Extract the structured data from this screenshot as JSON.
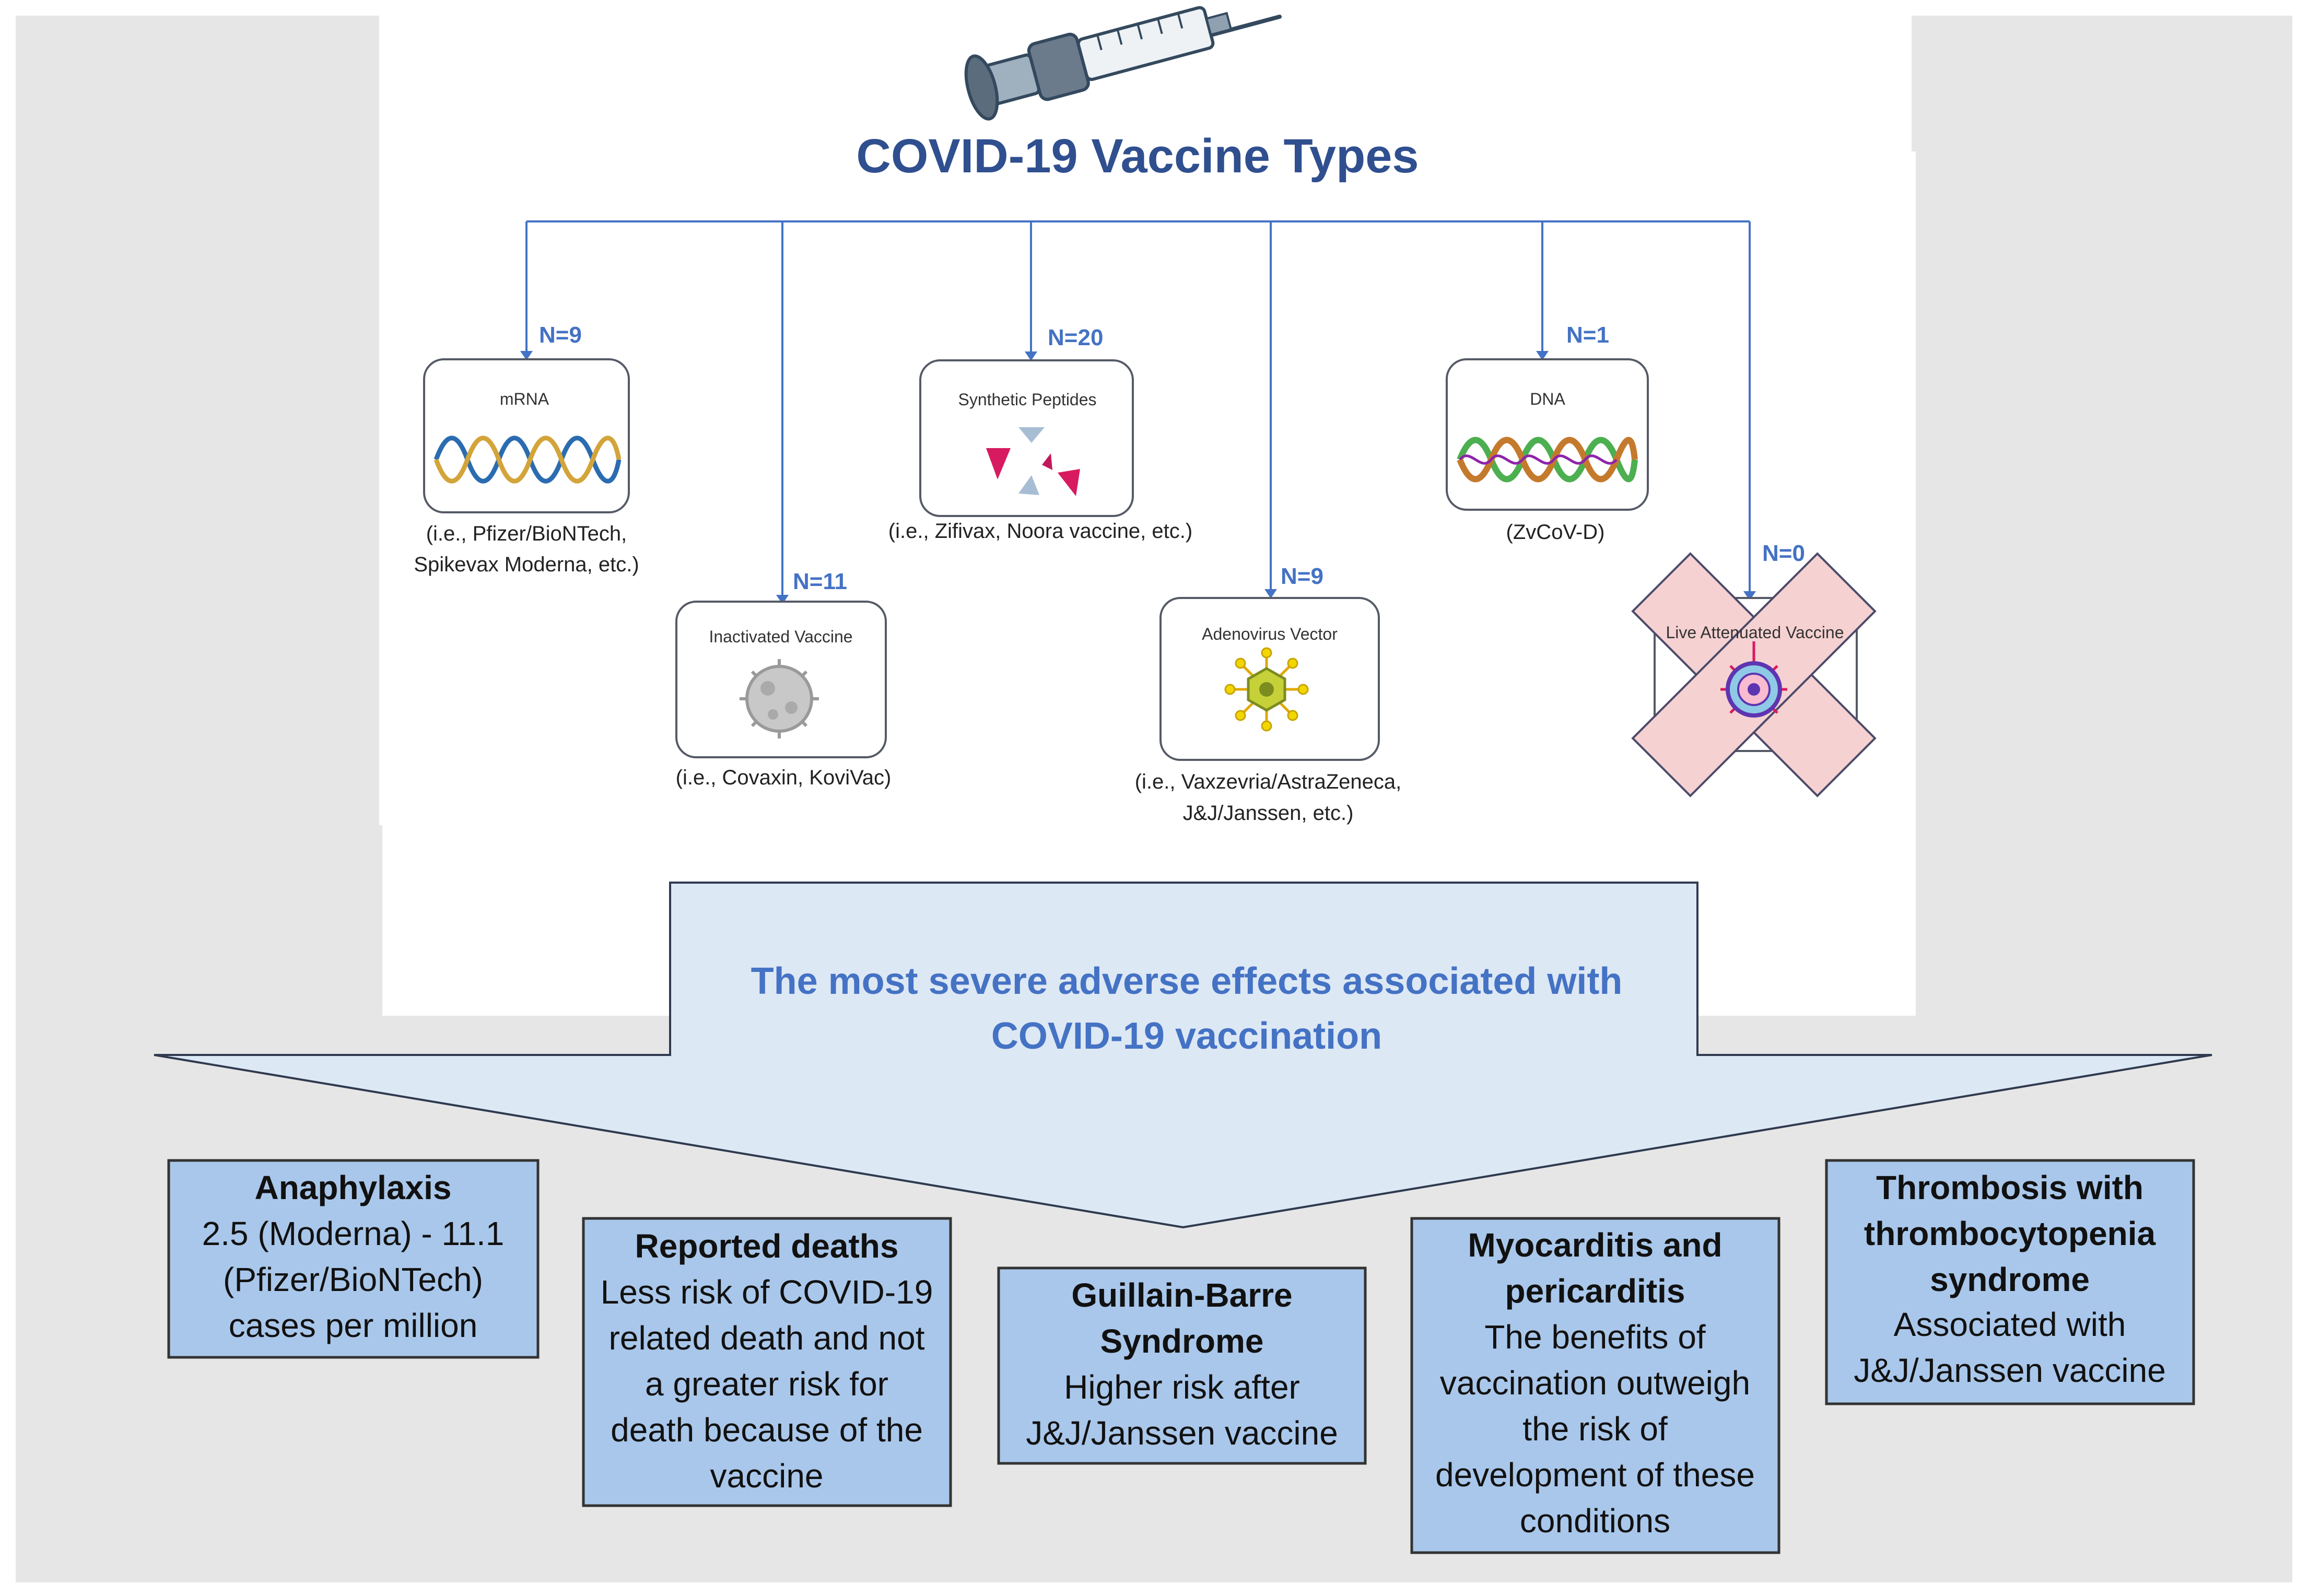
{
  "title": "COVID-19 Vaccine Types",
  "banner": [
    "The most severe adverse effects associated with",
    "COVID-19 vaccination"
  ],
  "vaccine_types": [
    {
      "name": "mRNA",
      "count": "N=9",
      "examples": [
        "(i.e., Pfizer/BioNTech,",
        "Spikevax Moderna, etc.)"
      ],
      "icon": "rna-helix-icon"
    },
    {
      "name": "Inactivated Vaccine",
      "count": "N=11",
      "examples": [
        "(i.e., Covaxin, KoviVac)"
      ],
      "icon": "inactivated-virus-icon"
    },
    {
      "name": "Synthetic Peptides",
      "count": "N=20",
      "examples": [
        "(i.e., Zifivax, Noora vaccine, etc.)"
      ],
      "icon": "peptide-fragments-icon"
    },
    {
      "name": "Adenovirus Vector",
      "count": "N=9",
      "examples": [
        "(i.e., Vaxzevria/AstraZeneca,",
        "J&J/Janssen, etc.)"
      ],
      "icon": "adenovirus-icon"
    },
    {
      "name": "DNA",
      "count": "N=1",
      "examples": [
        "(ZvCoV-D)"
      ],
      "icon": "dna-helix-icon"
    },
    {
      "name": "Live Attenuated Vaccine",
      "count": "N=0",
      "examples": [],
      "icon": "crossed-out-virus-icon"
    }
  ],
  "effects": [
    {
      "heading": [
        "Anaphylaxis"
      ],
      "body": [
        "2.5 (Moderna) - 11.1",
        "(Pfizer/BioNTech)",
        "cases per million"
      ]
    },
    {
      "heading": [
        "Reported deaths"
      ],
      "body": [
        "Less risk of COVID-19",
        "related death and not",
        "a greater risk for",
        "death because of the",
        "vaccine"
      ]
    },
    {
      "heading": [
        "Guillain-Barre",
        "Syndrome"
      ],
      "body": [
        "Higher risk after",
        "J&J/Janssen vaccine"
      ]
    },
    {
      "heading": [
        "Myocarditis and",
        "pericarditis"
      ],
      "body": [
        "The benefits of",
        "vaccination outweigh",
        "the risk of",
        "development of these",
        "conditions"
      ]
    },
    {
      "heading": [
        "Thrombosis with",
        "thrombocytopenia",
        "syndrome"
      ],
      "body": [
        "Associated with",
        "J&J/Janssen vaccine"
      ]
    }
  ],
  "colors": {
    "accent": "#4472c4",
    "title": "#2f4f8f",
    "banner_text": "#4472c4",
    "effect_fill": "#a9c7ea",
    "banner_fill": "#dde8f5"
  }
}
